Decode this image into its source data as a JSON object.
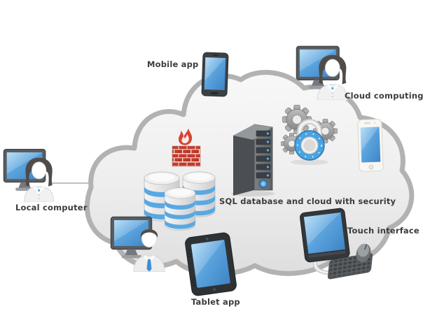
{
  "diagram": {
    "caption": "SQL database and cloud with security",
    "nodes": {
      "mobile_app": {
        "label": "Mobile app",
        "icon": "smartphone-icon"
      },
      "cloud_computing": {
        "label": "Cloud computing",
        "icon": "woman-at-computer-icon"
      },
      "local_computer": {
        "label": "Local computer",
        "icon": "woman-at-computer-icon"
      },
      "tablet_app": {
        "label": "Tablet app",
        "icon": "tablet-icon"
      },
      "touch_interface": {
        "label": "Touch interface",
        "icon": "all-in-one-computer-icon"
      }
    },
    "cloud_items": [
      "firewall-icon",
      "server-tower-icon",
      "database-stack-icon",
      "security-gears-padlock-icon",
      "man-at-computer-icon",
      "white-smartphone-icon"
    ],
    "colors": {
      "background": "#ffffff",
      "cloud_fill": "#ededed",
      "cloud_stroke": "#b2b2b2",
      "screen_blue": "#4e95d4",
      "firewall_red": "#c23b2a",
      "database_band_blue": "#58a8e3",
      "led_blue": "#57a9e8",
      "device_dark": "#33373a",
      "label_text": "#3c3c3c"
    }
  }
}
